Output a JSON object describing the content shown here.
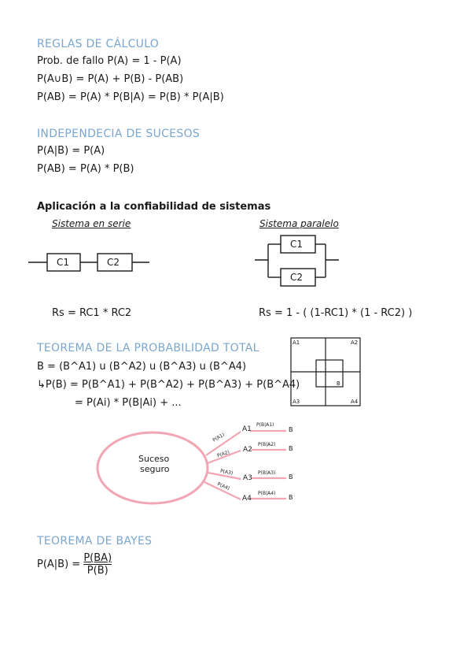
{
  "reglas": {
    "heading": "REGLAS DE CÁLCULO",
    "line1": "Prob. de fallo P(A) = 1 - P(A)",
    "line2": "P(A∪B) = P(A) + P(B) - P(AB)",
    "line3": "P(AB) = P(A) * P(B|A) = P(B) * P(A|B)"
  },
  "independencia": {
    "heading": "INDEPENDECIA DE SUCESOS",
    "line1": "P(A|B) = P(A)",
    "line2": "P(AB) = P(A) * P(B)"
  },
  "confiabilidad": {
    "heading": "Aplicación a la confiabilidad de sistemas",
    "serie_label": "Sistema en serie",
    "paralelo_label": "Sistema paralelo",
    "c1": "C1",
    "c2": "C2",
    "formula_serie": "Rs = RC1 * RC2",
    "formula_paralelo": "Rs = 1 - ( (1-RC1) * (1 - RC2) )"
  },
  "total": {
    "heading": "TEOREMA DE LA PROBABILIDAD TOTAL",
    "line1": "B = (B^A1) u (B^A2) u (B^A3) u (B^A4)",
    "line2": "↳P(B) = P(B^A1) + P(B^A2) + P(B^A3) + P(B^A4)",
    "line3": "= P(Ai) * P(B|Ai) + ...",
    "grid_labels": [
      "A1",
      "A2",
      "A3",
      "A4",
      "B"
    ],
    "ellipse_label_1": "Suceso",
    "ellipse_label_2": "seguro",
    "branches": [
      {
        "prob": "P(A1)",
        "node": "A1",
        "cond": "P(B|A1)",
        "end": "B"
      },
      {
        "prob": "P(A2)",
        "node": "A2",
        "cond": "P(B|A2)",
        "end": "B"
      },
      {
        "prob": "P(A3)",
        "node": "A3",
        "cond": "P(B|A3)",
        "end": "B"
      },
      {
        "prob": "P(A4)",
        "node": "A4",
        "cond": "P(B|A4)",
        "end": "B"
      }
    ]
  },
  "bayes": {
    "heading": "TEOREMA DE BAYES",
    "lhs": "P(A|B) =",
    "numerator": "P(BA)",
    "denominator": "P(B)"
  },
  "colors": {
    "heading": "#7aa6cf",
    "pink": "#f2a6b4"
  }
}
